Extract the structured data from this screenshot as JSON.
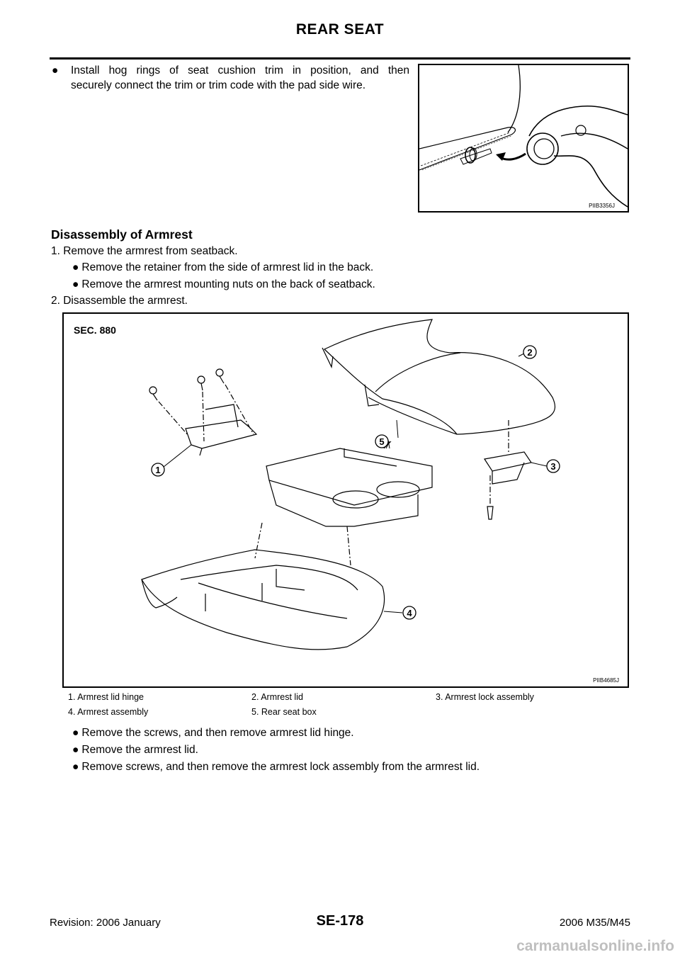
{
  "header": {
    "title": "REAR SEAT"
  },
  "intro": {
    "bullet_symbol": "●",
    "text_line1": "Install hog rings of seat cushion trim in position, and then",
    "text_line2": "securely connect the trim or trim code with the pad side wire."
  },
  "figure1": {
    "code": "PIIB3356J"
  },
  "section": {
    "heading": "Disassembly of Armrest",
    "step1": "1.   Remove the armrest from seatback.",
    "step1_bullets": [
      "Remove the retainer from the side of armrest lid in the back.",
      "Remove the armrest mounting nuts on the back of seatback."
    ],
    "step2": "2.   Disassemble the armrest."
  },
  "figure2": {
    "sec_label": "SEC. 880",
    "code": "PIIB4685J",
    "callouts": [
      "1",
      "2",
      "3",
      "4",
      "5"
    ]
  },
  "legend": [
    [
      "1.    Armrest lid hinge",
      "2.    Armrest lid",
      "3.    Armrest lock assembly"
    ],
    [
      "4.    Armrest assembly",
      "5.    Rear seat box",
      ""
    ]
  ],
  "after_bullets": [
    "Remove the screws, and then remove armrest lid hinge.",
    "Remove the armrest lid.",
    "Remove screws, and then remove the armrest lock assembly from the armrest lid."
  ],
  "footer": {
    "left": "Revision: 2006 January",
    "center": "SE-178",
    "right": "2006 M35/M45"
  },
  "watermark": "carmanualsonline.info"
}
